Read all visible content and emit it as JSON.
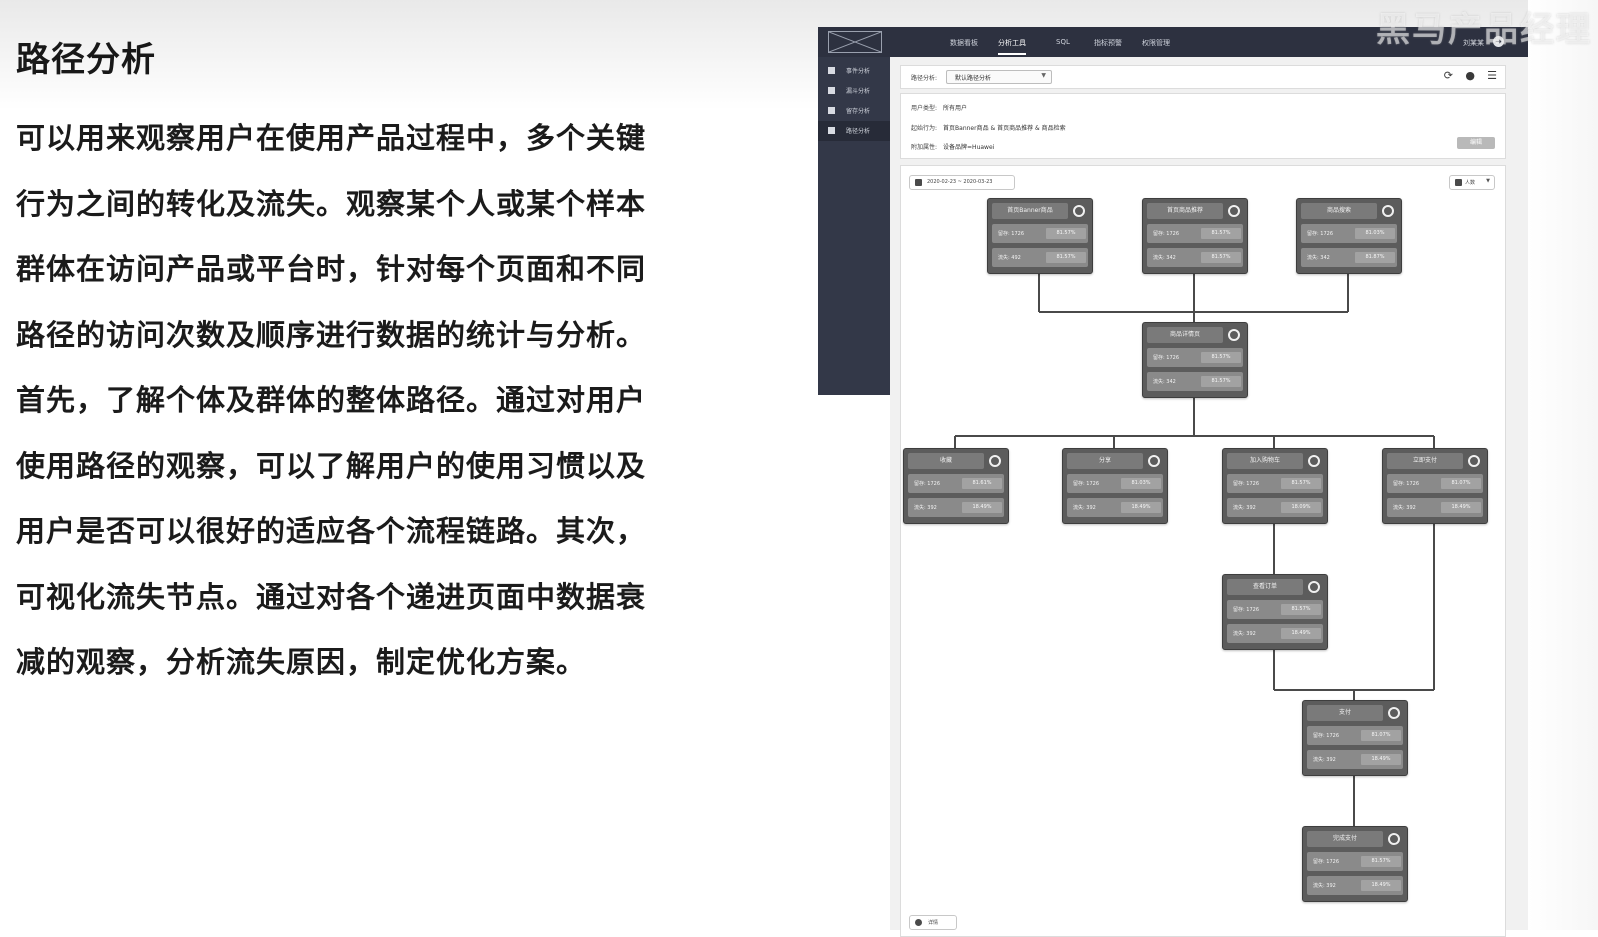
{
  "slide": {
    "title": "路径分析",
    "paragraph_lines": [
      "可以用来观察用户在使用产品过程中，多个关键",
      "行为之间的转化及流失。观察某个人或某个样本",
      "群体在访问产品或平台时，针对每个页面和不同",
      "路径的访问次数及顺序进行数据的统计与分析。",
      "首先，了解个体及群体的整体路径。通过对用户",
      "使用路径的观察，可以了解用户的使用习惯以及",
      "用户是否可以很好的适应各个流程链路。其次，",
      "可视化流失节点。通过对各个递进页面中数据衰",
      "减的观察，分析流失原因，制定优化方案。"
    ],
    "watermark": "黑马产品经理"
  },
  "app": {
    "colors": {
      "topbar": "#2d3140",
      "sidebar": "#333848",
      "node": "#5c5c5c"
    },
    "topnav": {
      "tabs": [
        "数据看板",
        "分析工具",
        "SQL",
        "指标预警",
        "权限管理"
      ],
      "active_index": 1,
      "user": "刘某某",
      "logout_icon": "logout-icon"
    },
    "sidebar": {
      "items": [
        "事件分析",
        "漏斗分析",
        "留存分析",
        "路径分析"
      ],
      "active_index": 3
    },
    "filter_bar": {
      "label": "路径分析:",
      "select_value": "默认路径分析",
      "icons": [
        "refresh-icon",
        "settings-icon",
        "list-icon"
      ]
    },
    "info": {
      "user_type_label": "用户类型:",
      "user_type_value": "所有用户",
      "start_label": "起始行为:",
      "start_value": "首页Banner商品 & 首页商品推荐 & 商品检索",
      "attr_label": "附加属性:",
      "attr_value": "设备品牌=Huawei",
      "edit_button": "编辑"
    },
    "canvas": {
      "date_range": "2020-02-23 ~ 2020-03-23",
      "people_select": "人数",
      "legend": "详情"
    },
    "nodes": [
      {
        "id": "n1",
        "name": "首页Banner商品",
        "visit": "留存: 1726",
        "visit_pct": "81.57%",
        "loss": "流失: 492",
        "loss_pct": "81.57%"
      },
      {
        "id": "n2",
        "name": "首页商品推荐",
        "visit": "留存: 1726",
        "visit_pct": "81.57%",
        "loss": "流失: 342",
        "loss_pct": "81.57%"
      },
      {
        "id": "n3",
        "name": "商品搜索",
        "visit": "留存: 1726",
        "visit_pct": "81.03%",
        "loss": "流失: 342",
        "loss_pct": "81.87%"
      },
      {
        "id": "n4",
        "name": "商品详情页",
        "visit": "留存: 1726",
        "visit_pct": "81.57%",
        "loss": "流失: 342",
        "loss_pct": "81.57%"
      },
      {
        "id": "n5",
        "name": "收藏",
        "visit": "留存: 1726",
        "visit_pct": "81.61%",
        "loss": "流失: 392",
        "loss_pct": "18.49%"
      },
      {
        "id": "n6",
        "name": "分享",
        "visit": "留存: 1726",
        "visit_pct": "81.03%",
        "loss": "流失: 392",
        "loss_pct": "18.49%"
      },
      {
        "id": "n7",
        "name": "加入购物车",
        "visit": "留存: 1726",
        "visit_pct": "81.57%",
        "loss": "流失: 392",
        "loss_pct": "18.09%"
      },
      {
        "id": "n8",
        "name": "立即支付",
        "visit": "留存: 1726",
        "visit_pct": "81.07%",
        "loss": "流失: 392",
        "loss_pct": "18.49%"
      },
      {
        "id": "n9",
        "name": "查看订单",
        "visit": "留存: 1726",
        "visit_pct": "81.57%",
        "loss": "流失: 392",
        "loss_pct": "18.49%"
      },
      {
        "id": "n10",
        "name": "支付",
        "visit": "留存: 1726",
        "visit_pct": "81.07%",
        "loss": "流失: 392",
        "loss_pct": "18.49%"
      },
      {
        "id": "n11",
        "name": "完成支付",
        "visit": "留存: 1726",
        "visit_pct": "81.57%",
        "loss": "流失: 392",
        "loss_pct": "18.49%"
      }
    ]
  }
}
